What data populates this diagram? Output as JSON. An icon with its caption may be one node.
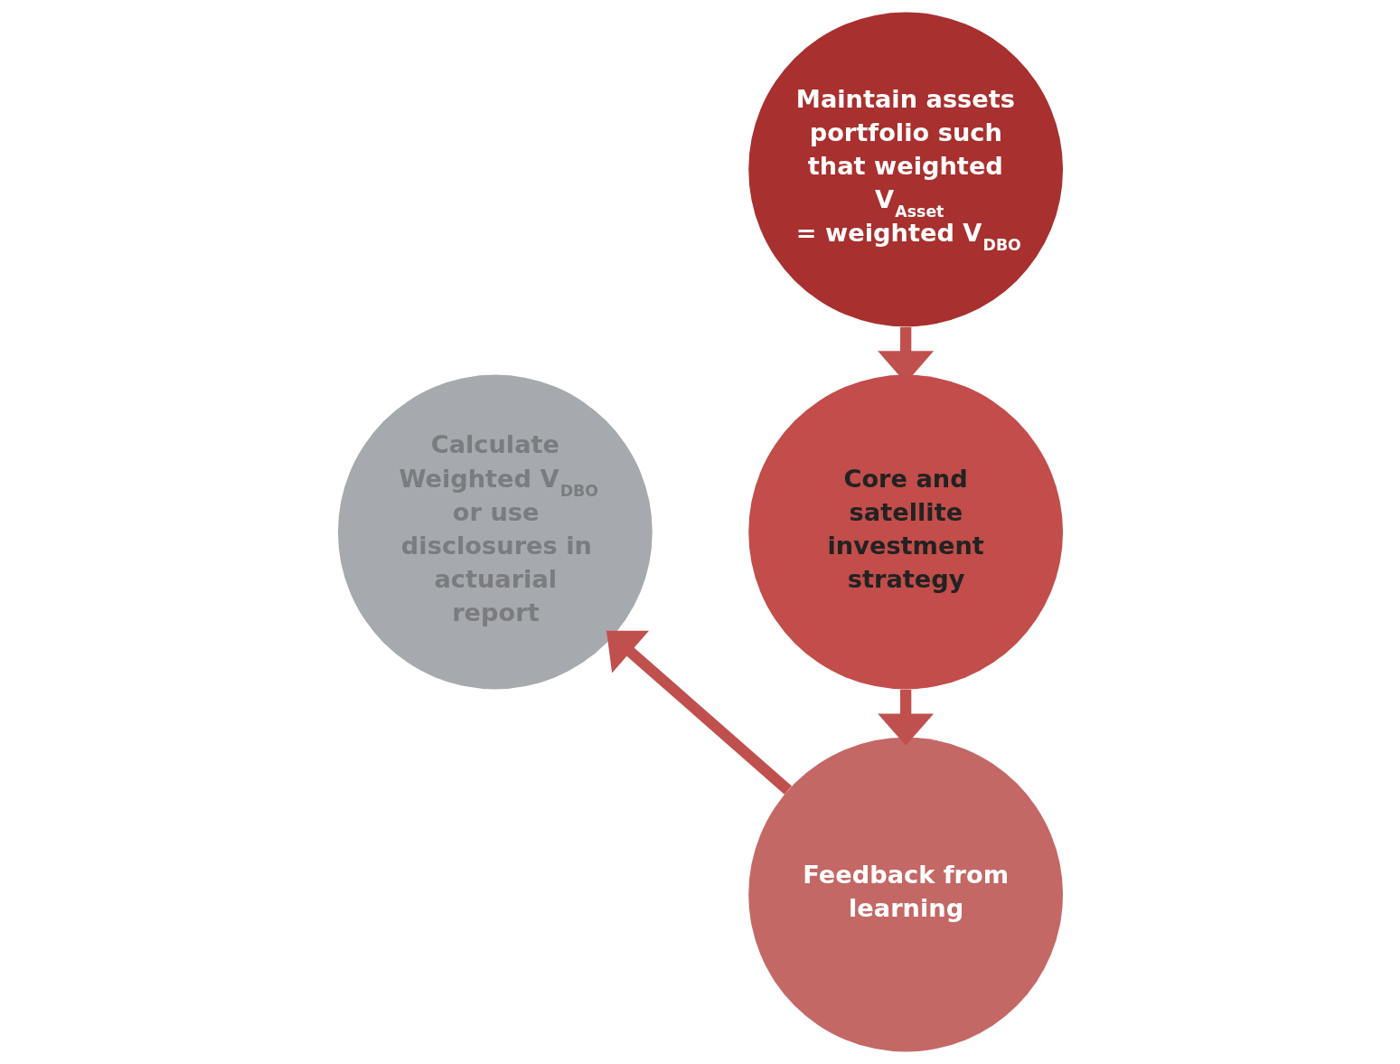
{
  "diagram": {
    "nodes": [
      {
        "text": [
          "Maintain assets portfolio such that weighted V$_{Asset}$ = weighted V$_{DBO}$"
        ]
      },
      {
        "text": [
          "Core and satellite investment strategy"
        ]
      },
      {
        "text": [
          "Feedback from learning"
        ]
      },
      {
        "text": [
          "Calculate Weighted V$_{DBO}$ or use disclosures in actuarial report"
        ]
      }
    ],
    "edges": [
      {
        "from": 0,
        "to": 1,
        "arrow": "to"
      },
      {
        "from": 1,
        "to": 2,
        "arrow": "to"
      },
      {
        "from": 2,
        "to": 3,
        "arrow": "to"
      }
    ]
  }
}
